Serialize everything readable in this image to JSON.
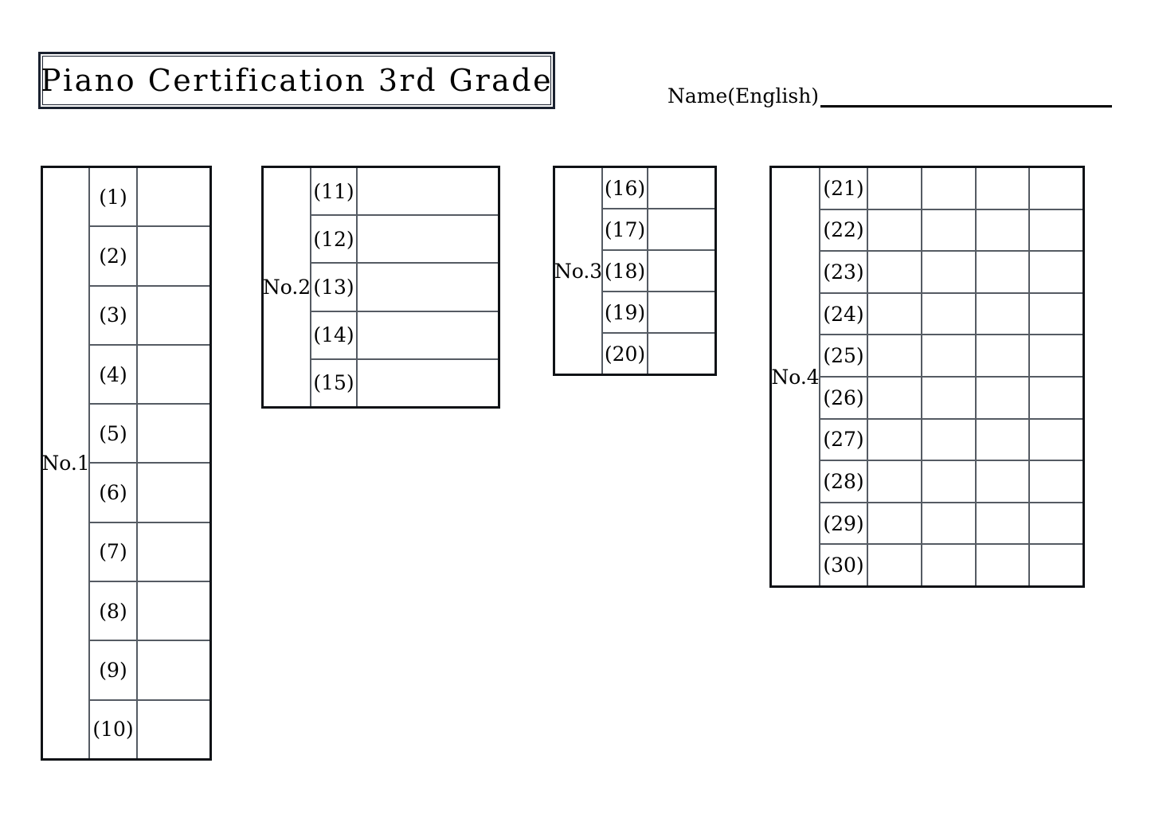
{
  "document": {
    "title": "Piano Certification 3rd Grade"
  },
  "name_field": {
    "label": "Name(English)",
    "value": "",
    "placeholder": ""
  },
  "tables": [
    {
      "key": "no1",
      "label": "No.1",
      "answer_columns": 1,
      "rows": [
        {
          "number": "(1)",
          "answers": [
            ""
          ]
        },
        {
          "number": "(2)",
          "answers": [
            ""
          ]
        },
        {
          "number": "(3)",
          "answers": [
            ""
          ]
        },
        {
          "number": "(4)",
          "answers": [
            ""
          ]
        },
        {
          "number": "(5)",
          "answers": [
            ""
          ]
        },
        {
          "number": "(6)",
          "answers": [
            ""
          ]
        },
        {
          "number": "(7)",
          "answers": [
            ""
          ]
        },
        {
          "number": "(8)",
          "answers": [
            ""
          ]
        },
        {
          "number": "(9)",
          "answers": [
            ""
          ]
        },
        {
          "number": "(10)",
          "answers": [
            ""
          ]
        }
      ]
    },
    {
      "key": "no2",
      "label": "No.2",
      "answer_columns": 1,
      "rows": [
        {
          "number": "(11)",
          "answers": [
            ""
          ]
        },
        {
          "number": "(12)",
          "answers": [
            ""
          ]
        },
        {
          "number": "(13)",
          "answers": [
            ""
          ]
        },
        {
          "number": "(14)",
          "answers": [
            ""
          ]
        },
        {
          "number": "(15)",
          "answers": [
            ""
          ]
        }
      ]
    },
    {
      "key": "no3",
      "label": "No.3",
      "answer_columns": 1,
      "rows": [
        {
          "number": "(16)",
          "answers": [
            ""
          ]
        },
        {
          "number": "(17)",
          "answers": [
            ""
          ]
        },
        {
          "number": "(18)",
          "answers": [
            ""
          ]
        },
        {
          "number": "(19)",
          "answers": [
            ""
          ]
        },
        {
          "number": "(20)",
          "answers": [
            ""
          ]
        }
      ]
    },
    {
      "key": "no4",
      "label": "No.4",
      "answer_columns": 4,
      "rows": [
        {
          "number": "(21)",
          "answers": [
            "",
            "",
            "",
            ""
          ]
        },
        {
          "number": "(22)",
          "answers": [
            "",
            "",
            "",
            ""
          ]
        },
        {
          "number": "(23)",
          "answers": [
            "",
            "",
            "",
            ""
          ]
        },
        {
          "number": "(24)",
          "answers": [
            "",
            "",
            "",
            ""
          ]
        },
        {
          "number": "(25)",
          "answers": [
            "",
            "",
            "",
            ""
          ]
        },
        {
          "number": "(26)",
          "answers": [
            "",
            "",
            "",
            ""
          ]
        },
        {
          "number": "(27)",
          "answers": [
            "",
            "",
            "",
            ""
          ]
        },
        {
          "number": "(28)",
          "answers": [
            "",
            "",
            "",
            ""
          ]
        },
        {
          "number": "(29)",
          "answers": [
            "",
            "",
            "",
            ""
          ]
        },
        {
          "number": "(30)",
          "answers": [
            "",
            "",
            "",
            ""
          ]
        }
      ]
    }
  ],
  "colors": {
    "page_background": "#ffffff",
    "ink": "#000000",
    "outer_border": "#0f1216",
    "inner_grid": "#555b63",
    "title_border": "#1b2230"
  }
}
